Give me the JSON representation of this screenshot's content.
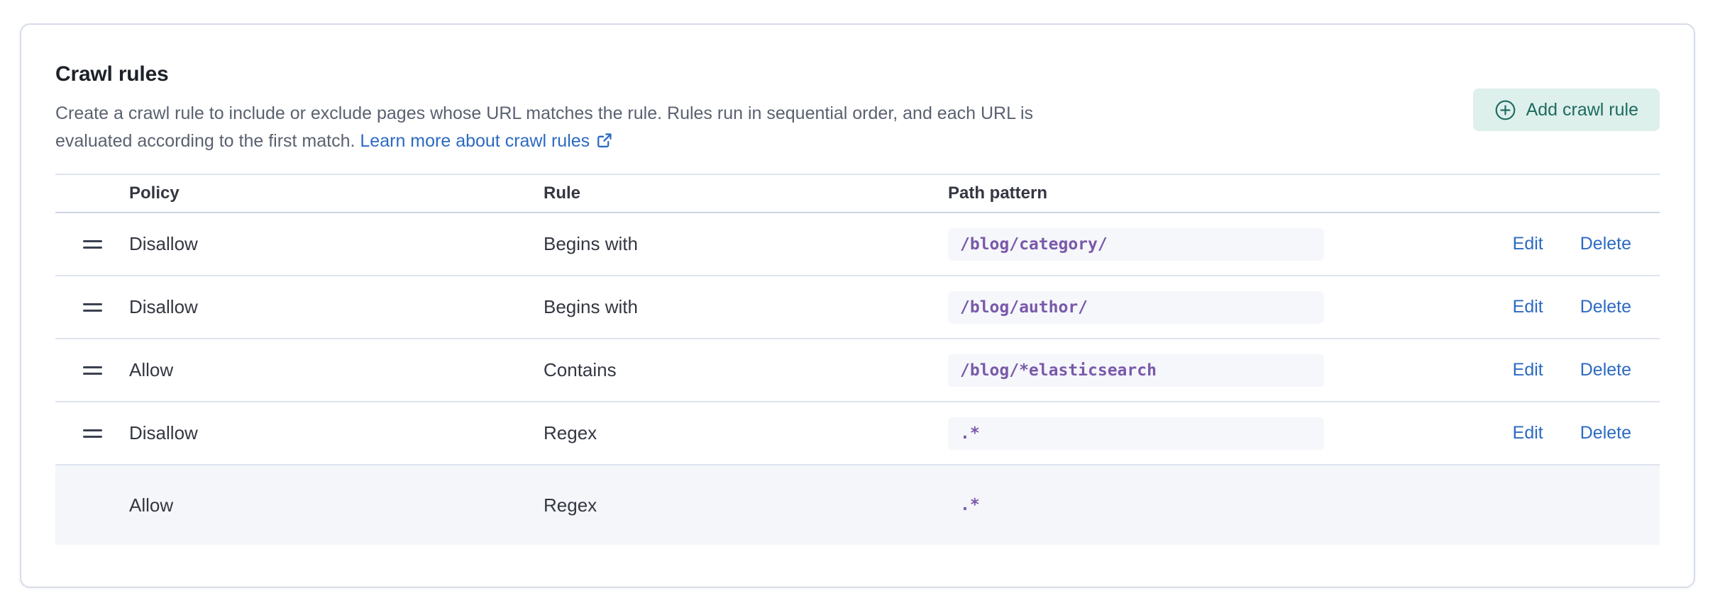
{
  "header": {
    "title": "Crawl rules",
    "description_line1": "Create a crawl rule to include or exclude pages whose URL matches the rule. Rules run in sequential order, and each URL is",
    "description_line2": "evaluated according to the first match.",
    "link_text": "Learn more about crawl rules",
    "add_button_label": "Add crawl rule"
  },
  "icons": {
    "add_button_icon": "plus-circle-icon",
    "learn_more_icon": "external-link-icon",
    "row_icon": "drag-handle-icon"
  },
  "table": {
    "columns": [
      {
        "label": "Policy"
      },
      {
        "label": "Rule"
      },
      {
        "label": "Path pattern"
      }
    ],
    "actions": {
      "edit_label": "Edit",
      "delete_label": "Delete"
    },
    "rows": [
      {
        "policy": "Disallow",
        "rule": "Begins with",
        "path_pattern": "/blog/category/",
        "draggable": true,
        "has_actions": true,
        "highlighted": false
      },
      {
        "policy": "Disallow",
        "rule": "Begins with",
        "path_pattern": "/blog/author/",
        "draggable": true,
        "has_actions": true,
        "highlighted": false
      },
      {
        "policy": "Allow",
        "rule": "Contains",
        "path_pattern": "/blog/*elasticsearch",
        "draggable": true,
        "has_actions": true,
        "highlighted": false
      },
      {
        "policy": "Disallow",
        "rule": "Regex",
        "path_pattern": ".*",
        "draggable": true,
        "has_actions": true,
        "highlighted": false
      },
      {
        "policy": "Allow",
        "rule": "Regex",
        "path_pattern": ".*",
        "draggable": false,
        "has_actions": false,
        "highlighted": true
      }
    ]
  },
  "colors": {
    "link_blue": "#2c6ac2",
    "button_bg": "#ddf0ec",
    "button_text": "#1f6a60",
    "code_purple": "#7a59a9",
    "code_bg": "#f5f7fb",
    "highlight_row_bg": "#f4f6fa",
    "card_border": "#d6dce8",
    "divider": "#dde3ee",
    "text_primary": "#343741",
    "text_secondary": "#5a6170"
  }
}
